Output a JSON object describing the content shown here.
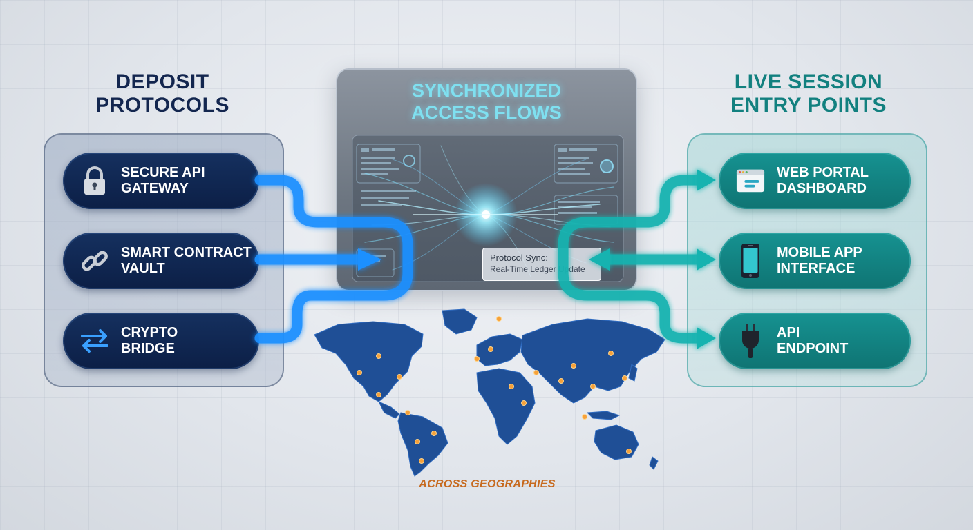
{
  "left_section": {
    "heading_line1": "DEPOSIT",
    "heading_line2": "PROTOCOLS",
    "items": [
      {
        "line1": "SECURE API",
        "line2": "GATEWAY",
        "icon": "lock-icon"
      },
      {
        "line1": "SMART CONTRACT",
        "line2": "VAULT",
        "icon": "chain-link-icon"
      },
      {
        "line1": "CRYPTO",
        "line2": "BRIDGE",
        "icon": "exchange-arrows-icon"
      }
    ]
  },
  "center": {
    "title_line1": "SYNCHRONIZED",
    "title_line2": "ACCESS FLOWS",
    "sync_title": "Protocol Sync:",
    "sync_subtitle": "Real-Time Ledger Update"
  },
  "right_section": {
    "heading_line1": "LIVE SESSION",
    "heading_line2": "ENTRY POINTS",
    "items": [
      {
        "line1": "WEB PORTAL",
        "line2": "DASHBOARD",
        "icon": "browser-window-icon"
      },
      {
        "line1": "MOBILE APP",
        "line2": "INTERFACE",
        "icon": "smartphone-icon"
      },
      {
        "line1": "API",
        "line2": "ENDPOINT",
        "icon": "plug-icon"
      }
    ]
  },
  "map": {
    "label": "ACROSS GEOGRAPHIES"
  },
  "colors": {
    "navy": "#13264f",
    "teal": "#12807f",
    "flow_blue": "#1e90ff",
    "flow_teal": "#17b3b0",
    "map_blue": "#1f4f96",
    "node_orange": "#f6a13a",
    "label_orange": "#c76a1f"
  }
}
